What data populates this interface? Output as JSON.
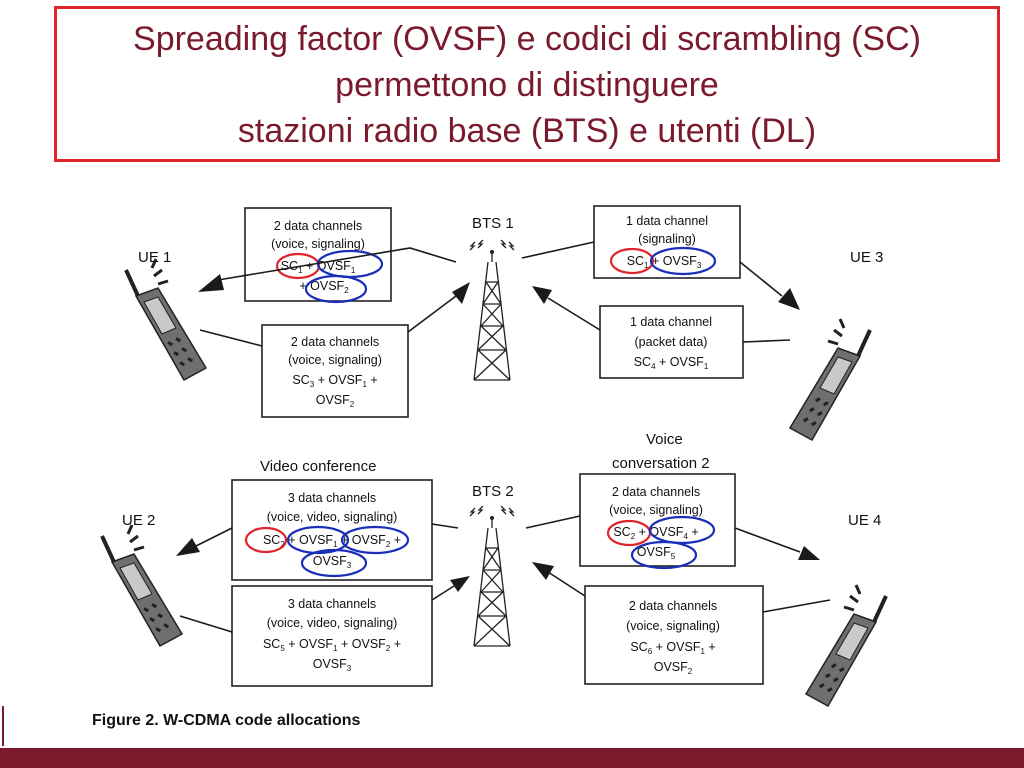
{
  "title": {
    "line1": "Spreading factor (OVSF) e codici di scrambling (SC)",
    "line2": "permettono di distinguere",
    "line3": "stazioni radio base (BTS) e utenti (DL)"
  },
  "stations": {
    "bts1": "BTS 1",
    "bts2": "BTS 2"
  },
  "users": {
    "ue1": "UE 1",
    "ue2": "UE 2",
    "ue3": "UE 3",
    "ue4": "UE 4"
  },
  "labels": {
    "video_conference": "Video conference",
    "voice_conv_1": "Voice",
    "voice_conv_2": "conversation 2"
  },
  "boxes": {
    "b1": {
      "l1": "2 data channels",
      "l2": "(voice, signaling)",
      "sc": "SC",
      "scn": "1",
      "plus1": " + ",
      "o1": "OVSF",
      "o1n": "1",
      "l4a": "+ ",
      "o2": "OVSF",
      "o2n": "2"
    },
    "b2": {
      "l1": "2 data channels",
      "l2": "(voice, signaling)",
      "sc": "SC",
      "scn": "3",
      "plus1": " + ",
      "o1": "OVSF",
      "o1n": "1",
      "plus2": " +",
      "o2": "OVSF",
      "o2n": "2"
    },
    "b3": {
      "l1": "1 data channel",
      "l2": "(signaling)",
      "sc": "SC",
      "scn": "1",
      "plus1": " + ",
      "o1": "OVSF",
      "o1n": "3"
    },
    "b4": {
      "l1": "1 data channel",
      "l2": "(packet data)",
      "sc": "SC",
      "scn": "4",
      "plus1": " + ",
      "o1": "OVSF",
      "o1n": "1"
    },
    "b5": {
      "l1": "3 data channels",
      "l2": "(voice, video, signaling)",
      "sc": "SC",
      "scn": "2",
      "plus1": " + ",
      "o1": "OVSF",
      "o1n": "1",
      "plus2": " + ",
      "o2": "OVSF",
      "o2n": "2",
      "plus3": " +",
      "o3": "OVSF",
      "o3n": "3"
    },
    "b6": {
      "l1": "3 data channels",
      "l2": "(voice, video, signaling)",
      "sc": "SC",
      "scn": "5",
      "plus1": " + ",
      "o1": "OVSF",
      "o1n": "1",
      "plus2": " + ",
      "o2": "OVSF",
      "o2n": "2",
      "plus3": " +",
      "o3": "OVSF",
      "o3n": "3"
    },
    "b7": {
      "l1": "2 data channels",
      "l2": "(voice, signaling)",
      "sc": "SC",
      "scn": "2",
      "plus1": " + ",
      "o1": "OVSF",
      "o1n": "4",
      "plus2": " +",
      "o2": "OVSF",
      "o2n": "5"
    },
    "b8": {
      "l1": "2 data channels",
      "l2": "(voice, signaling)",
      "sc": "SC",
      "scn": "6",
      "plus1": " + ",
      "o1": "OVSF",
      "o1n": "1",
      "plus2": " +",
      "o2": "OVSF",
      "o2n": "2"
    }
  },
  "caption": "Figure 2. W-CDMA code allocations",
  "colors": {
    "accent": "#7a1a2c",
    "title_border": "#e0242c",
    "highlight_red": "#e0242c",
    "highlight_blue": "#1a2fb8"
  }
}
